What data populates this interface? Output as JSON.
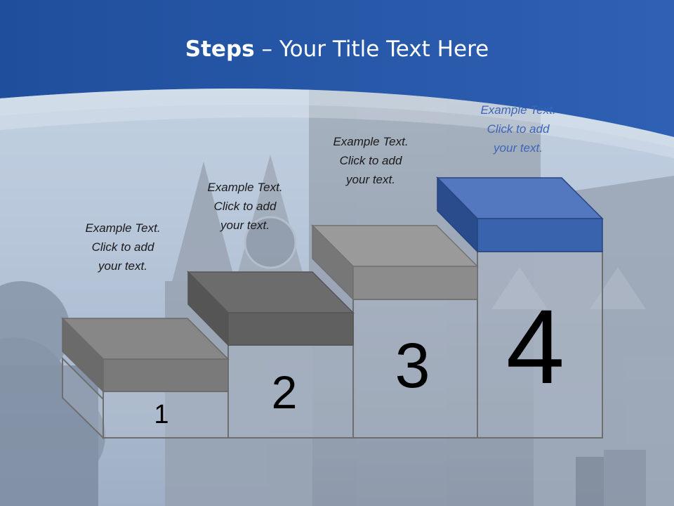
{
  "slide": {
    "title_bold": "Steps",
    "title_dash": " – ",
    "title_rest": "Your Title Text Here"
  },
  "steps": [
    {
      "number": "1",
      "line1": "Example Text.",
      "line2": "Click  to add",
      "line3": "your text."
    },
    {
      "number": "2",
      "line1": "Example Text.",
      "line2": "Click  to add",
      "line3": "your text."
    },
    {
      "number": "3",
      "line1": "Example Text.",
      "line2": "Click  to add",
      "line3": "your text."
    },
    {
      "number": "4",
      "line1": "Example Text.",
      "line2": "Click  to add",
      "line3": "your text."
    }
  ],
  "colors": {
    "banner": "#2a5aa8",
    "highlight_block": "#3a63ad",
    "gray_block": "#7a7a7a",
    "highlight_caption": "#3d66b8"
  }
}
